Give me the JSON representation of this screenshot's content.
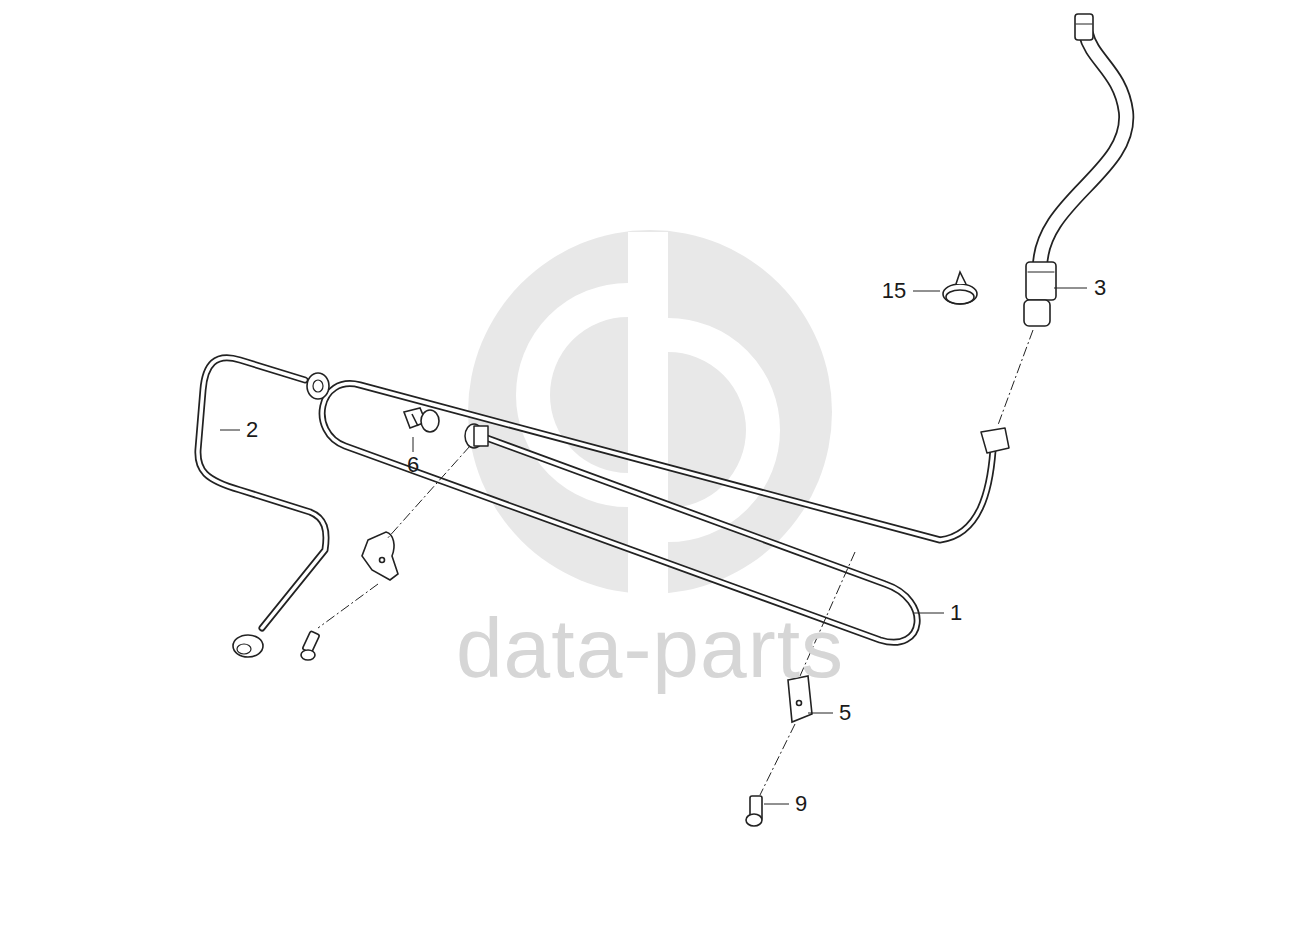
{
  "diagram": {
    "labels": [
      "15",
      "3",
      "2",
      "6",
      "1",
      "5",
      "9",
      "data-parts"
    ]
  }
}
